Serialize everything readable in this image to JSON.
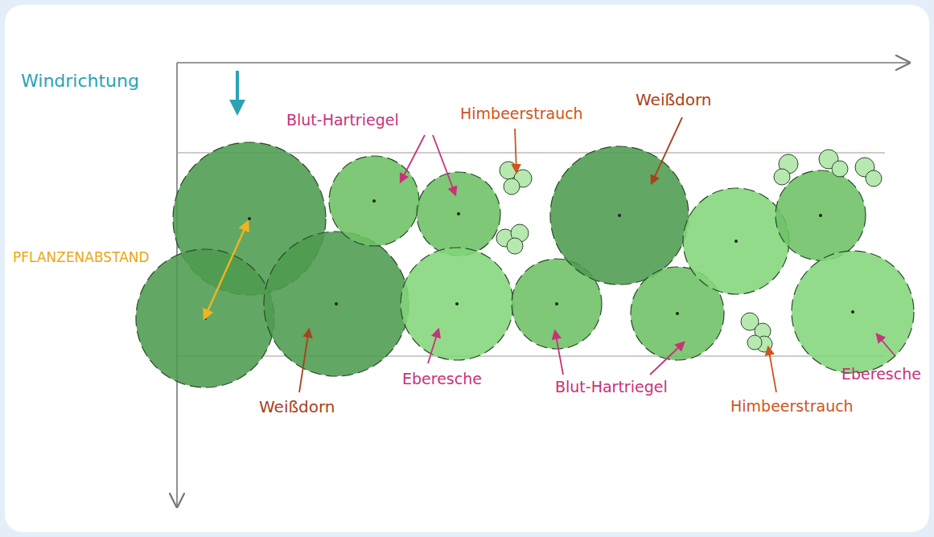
{
  "diagram": {
    "labels": [
      "Windrichtung",
      "Blut-Hartriegel",
      "Himbeerstrauch",
      "Weißdorn",
      "PFLANZENABSTAND",
      "Weißdorn",
      "Eberesche",
      "Blut-Hartriegel",
      "Himbeerstrauch",
      "Eberesche"
    ]
  }
}
